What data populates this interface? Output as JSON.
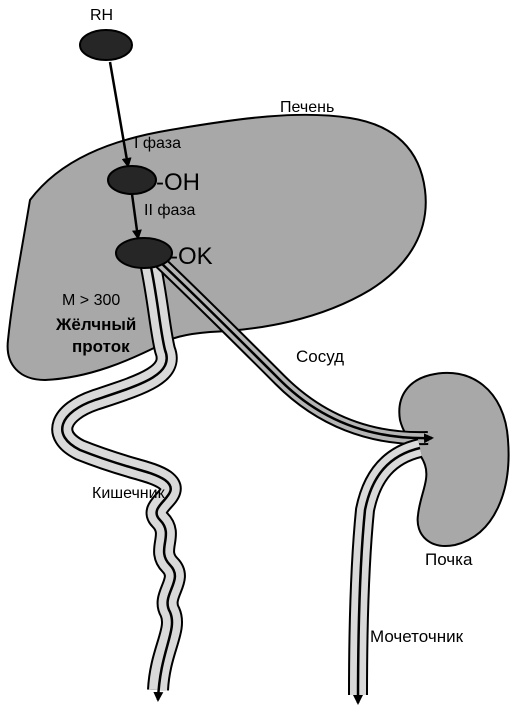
{
  "labels": {
    "substance": "RH",
    "organ_liver": "Печень",
    "phase1": "I фаза",
    "oh_group": "-OH",
    "phase2": "II фаза",
    "ok_group": "-OK",
    "mass_threshold": "M > 300",
    "bile_duct_line1": "Жёлчный",
    "bile_duct_line2": "проток",
    "vessel": "Сосуд",
    "intestine": "Кишечник",
    "kidney": "Почка",
    "ureter": "Мочеточник"
  },
  "colors": {
    "organ_fill": "#a8a8a8",
    "duct_fill": "#d9d9d9",
    "molecule": "#262626",
    "outline": "#000000"
  }
}
